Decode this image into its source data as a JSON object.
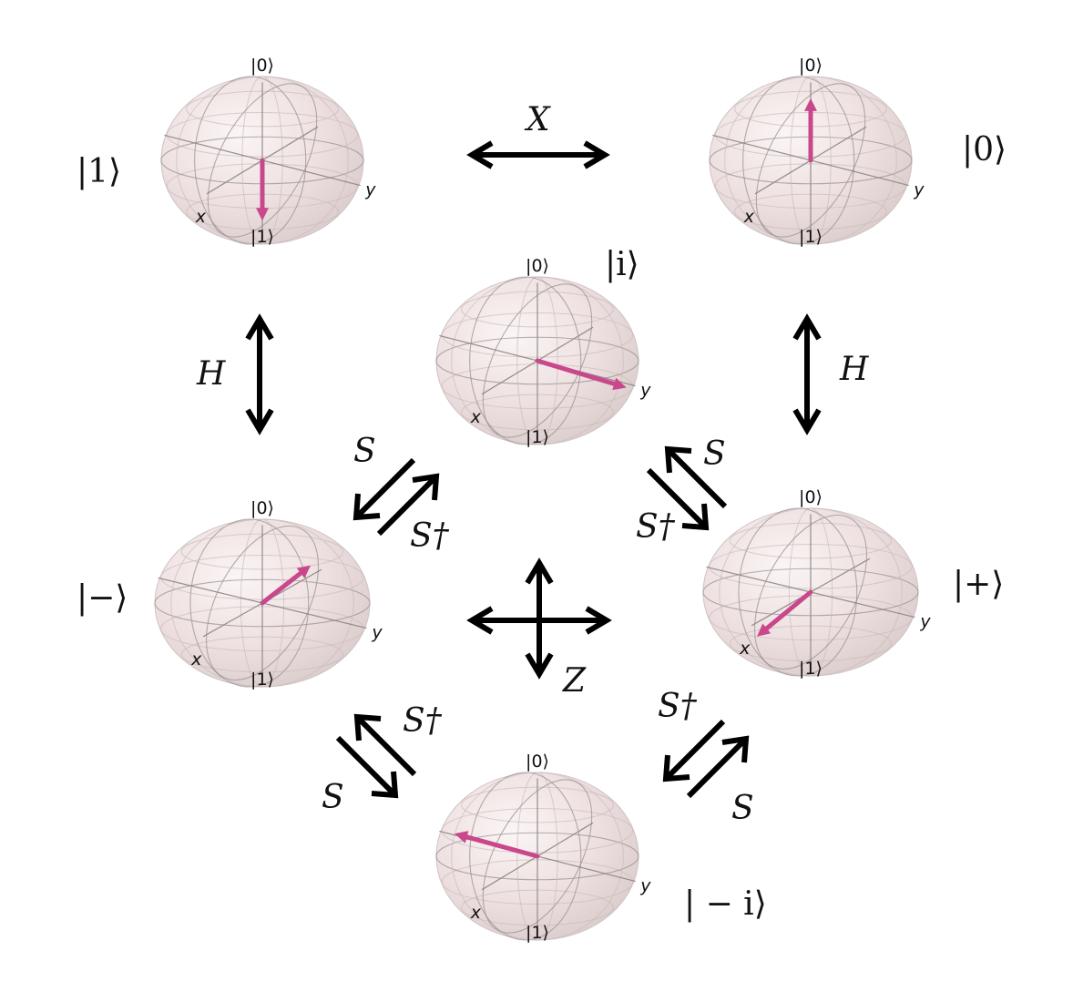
{
  "spheres": [
    {
      "id": "one",
      "state_label": "|1⟩",
      "pole_top": "|0⟩",
      "pole_bottom": "|1⟩",
      "axis_x": "x",
      "axis_y": "y",
      "vector": "-z"
    },
    {
      "id": "zero",
      "state_label": "|0⟩",
      "pole_top": "|0⟩",
      "pole_bottom": "|1⟩",
      "axis_x": "x",
      "axis_y": "y",
      "vector": "+z"
    },
    {
      "id": "i",
      "state_label": "|i⟩",
      "pole_top": "|0⟩",
      "pole_bottom": "|1⟩",
      "axis_x": "x",
      "axis_y": "y",
      "vector": "+y"
    },
    {
      "id": "minus",
      "state_label": "|−⟩",
      "pole_top": "|0⟩",
      "pole_bottom": "|1⟩",
      "axis_x": "x",
      "axis_y": "y",
      "vector": "-x"
    },
    {
      "id": "plus",
      "state_label": "|+⟩",
      "pole_top": "|0⟩",
      "pole_bottom": "|1⟩",
      "axis_x": "x",
      "axis_y": "y",
      "vector": "+x"
    },
    {
      "id": "minus_i",
      "state_label": "| − i⟩",
      "pole_top": "|0⟩",
      "pole_bottom": "|1⟩",
      "axis_x": "x",
      "axis_y": "y",
      "vector": "-y"
    }
  ],
  "gates": {
    "x_top": "X",
    "h_left": "H",
    "h_right": "H",
    "z_center": "Z",
    "s_upper_left": "S",
    "sdag_upper_left": "S†",
    "s_upper_right": "S",
    "sdag_upper_right": "S†",
    "sdag_lower_left": "S†",
    "s_lower_left": "S",
    "sdag_lower_right": "S†",
    "s_lower_right": "S"
  },
  "colors": {
    "state_vector": "#c9488b",
    "sphere_fill": "#efe2e2",
    "arrows": "#000000"
  }
}
